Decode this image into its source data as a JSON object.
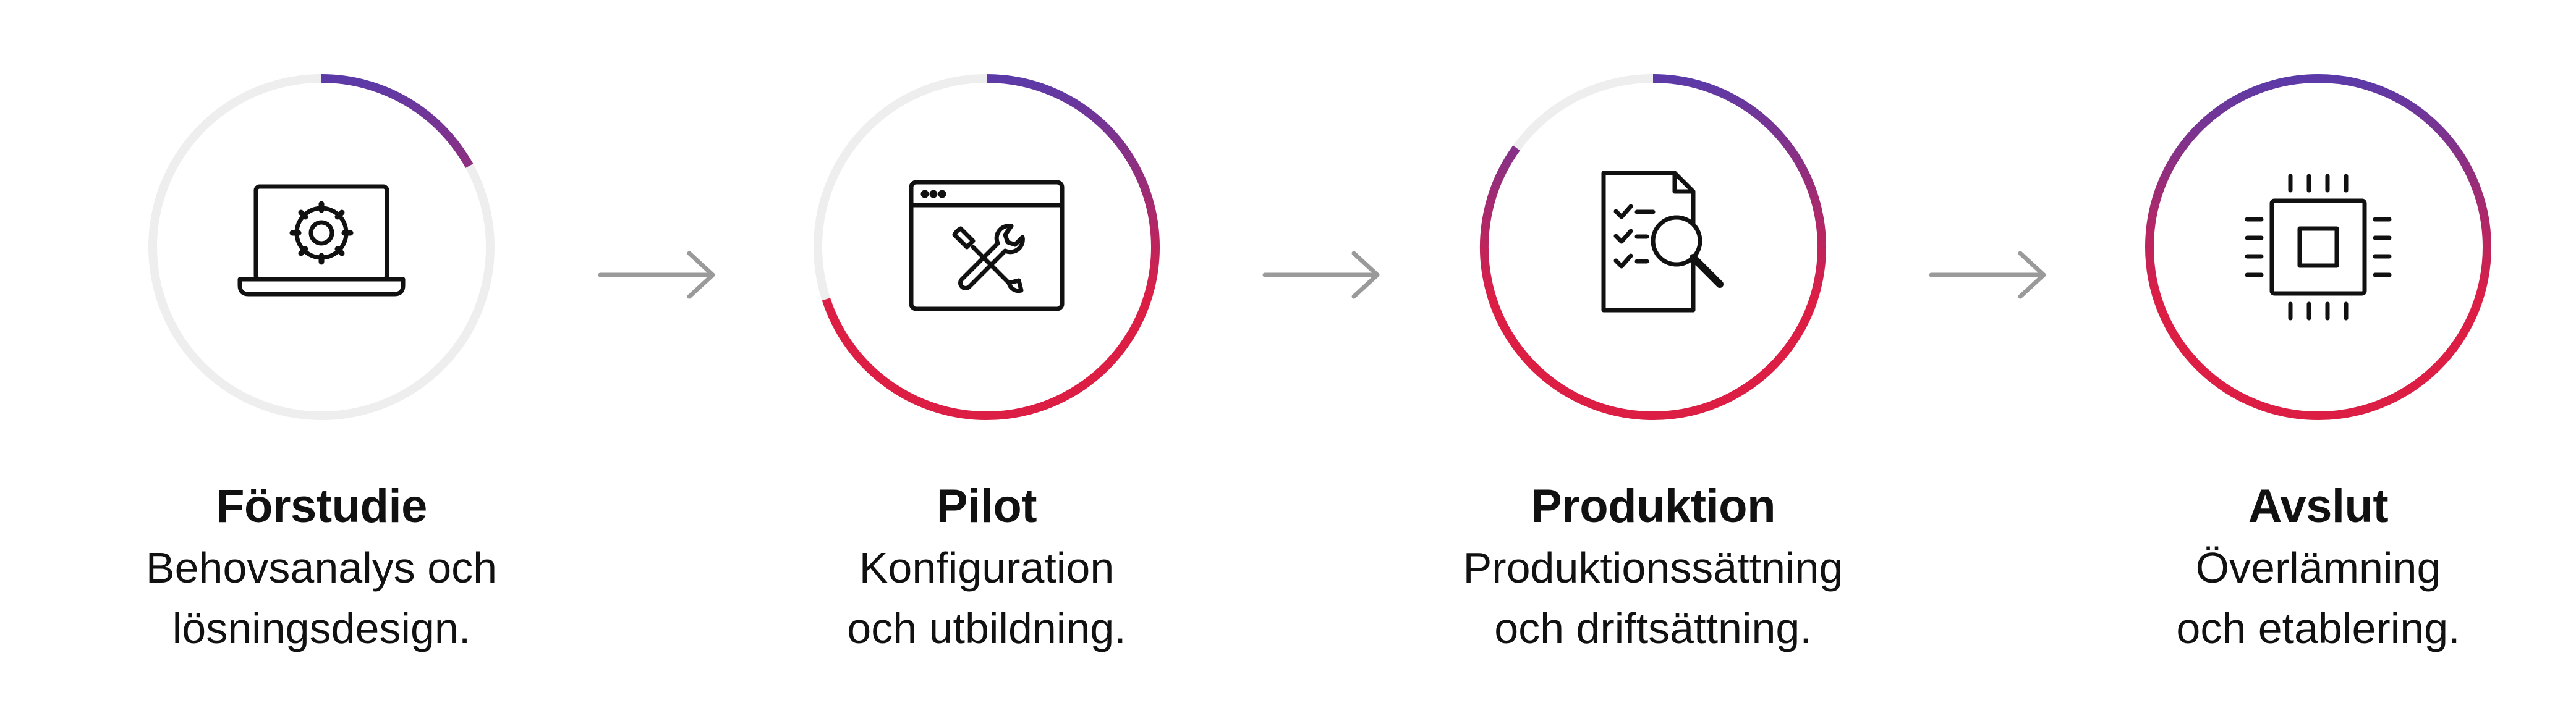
{
  "colors": {
    "track": "#eeeeee",
    "gradient_start": "#5b3aa8",
    "gradient_end": "#dc1e45",
    "arrow": "#9a9a9a",
    "icon": "#111111"
  },
  "steps": [
    {
      "title": "Förstudie",
      "line1": "Behovsanalys och",
      "line2": "lösningsdesign.",
      "icon": "laptop-gear-icon",
      "progress": 0.17
    },
    {
      "title": "Pilot",
      "line1": "Konfiguration",
      "line2": "och utbildning.",
      "icon": "browser-tools-icon",
      "progress": 0.7
    },
    {
      "title": "Produktion",
      "line1": "Produktionssättning",
      "line2": "och driftsättning.",
      "icon": "document-checklist-search-icon",
      "progress": 0.85
    },
    {
      "title": "Avslut",
      "line1": "Överlämning",
      "line2": "och etablering.",
      "icon": "chip-icon",
      "progress": 1.0
    }
  ]
}
